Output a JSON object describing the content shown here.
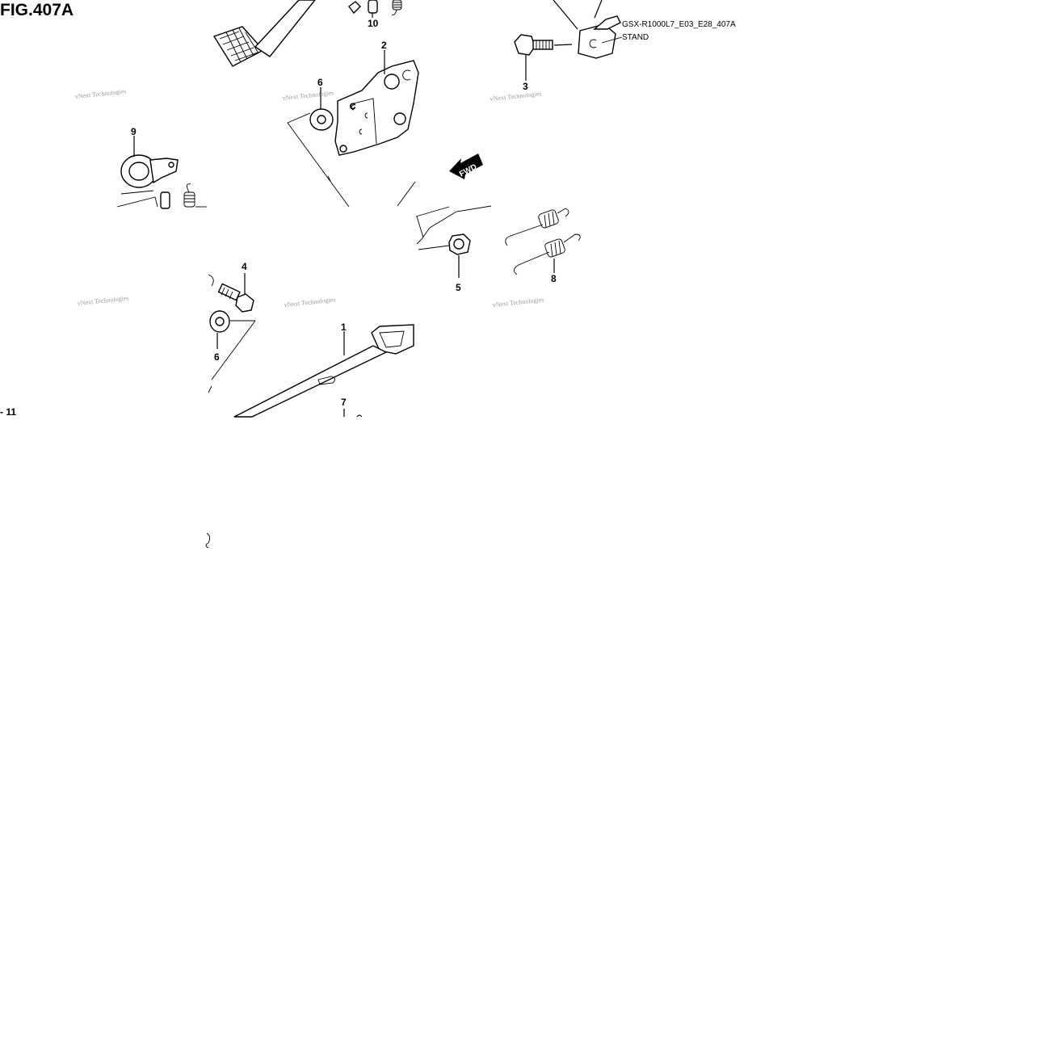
{
  "figure": {
    "title": "FIG.407A"
  },
  "caption": {
    "code": "GSX-R1000L7_E03_E28_407A",
    "group": "STAND"
  },
  "fwd_label": "FWD",
  "watermark_text": "vNext Technologies",
  "page_ref": "- 11",
  "callouts": [
    "1",
    "2",
    "3",
    "4",
    "5",
    "6",
    "6",
    "7",
    "8",
    "9",
    "10"
  ]
}
